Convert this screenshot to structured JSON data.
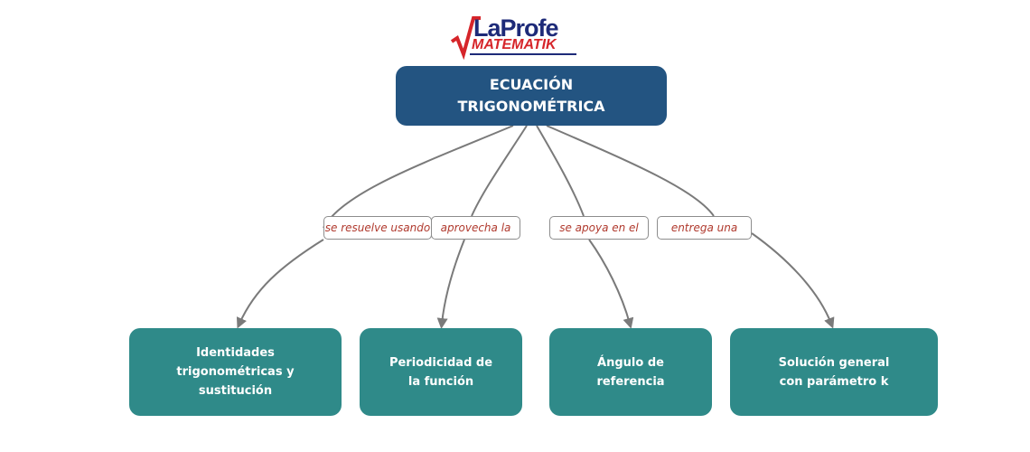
{
  "logo": {
    "line1": "LaProfe",
    "line2": "MATEMATIK"
  },
  "root": {
    "title": "ECUACIÓN TRIGONOMÉTRICA"
  },
  "links": [
    {
      "label": "se resuelve usando"
    },
    {
      "label": "aprovecha la"
    },
    {
      "label": "se apoya en el"
    },
    {
      "label": "entrega una"
    }
  ],
  "nodes": [
    {
      "label": "Identidades trigonométricas y sustitución"
    },
    {
      "label": "Periodicidad de la función"
    },
    {
      "label": "Ángulo de referencia"
    },
    {
      "label": "Solución general con parámetro k"
    }
  ],
  "colors": {
    "root": "#235481",
    "node": "#2f8a89",
    "link_label_text": "#b03a2e",
    "connector": "#7a7a7a"
  }
}
